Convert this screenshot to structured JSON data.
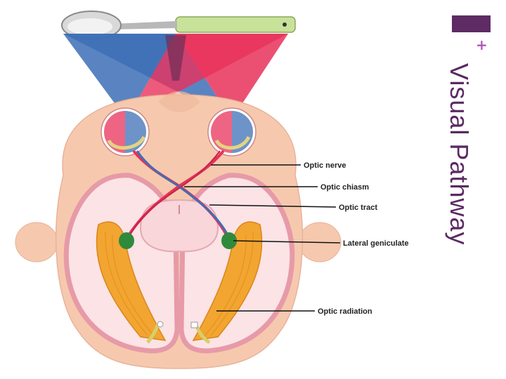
{
  "slide": {
    "title": "Visual Pathway",
    "plus": "+",
    "accent_color": "#5e2b64"
  },
  "diagram": {
    "labels": {
      "optic_nerve": "Optic nerve",
      "optic_chiasm": "Optic chiasm",
      "optic_tract": "Optic tract",
      "lateral_geniculate": "Lateral geniculate",
      "optic_radiation": "Optic radiation"
    },
    "colors": {
      "left_field": "#3d6fb6",
      "right_field": "#e8315a",
      "head": "#f6c9ae",
      "cortex": "#f4b9c2",
      "radiation": "#f2a530",
      "geniculate": "#2f8a3c"
    }
  }
}
